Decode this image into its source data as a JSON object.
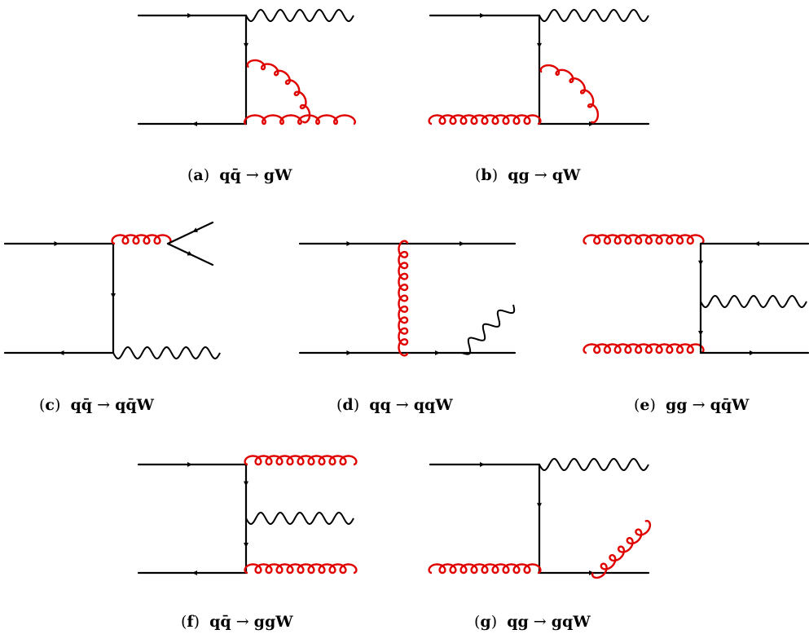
{
  "colors": {
    "quark": "#000000",
    "boson": "#000000",
    "gluon": "#e00000",
    "background": "#ffffff"
  },
  "diagrams": [
    {
      "id": "a",
      "label": "a",
      "process": "qq̄ → gW",
      "process_parts": [
        "q",
        "q̄",
        " → ",
        "gW"
      ]
    },
    {
      "id": "b",
      "label": "b",
      "process": "qg → qW",
      "process_parts": [
        "qg",
        "",
        " → ",
        "qW"
      ]
    },
    {
      "id": "c",
      "label": "c",
      "process": "qq̄ → qq̄W",
      "process_parts": [
        "q",
        "q̄",
        " → ",
        "qq̄W"
      ]
    },
    {
      "id": "d",
      "label": "d",
      "process": "qq → qqW",
      "process_parts": [
        "qq",
        "",
        " → ",
        "qqW"
      ]
    },
    {
      "id": "e",
      "label": "e",
      "process": "gg → qq̄W",
      "process_parts": [
        "gg",
        "",
        " → ",
        "qq̄W"
      ]
    },
    {
      "id": "f",
      "label": "f",
      "process": "qq̄ → ggW",
      "process_parts": [
        "q",
        "q̄",
        " → ",
        "ggW"
      ]
    },
    {
      "id": "g",
      "label": "g",
      "process": "qg → gqW",
      "process_parts": [
        "qg",
        "",
        " → ",
        "gqW"
      ]
    }
  ]
}
